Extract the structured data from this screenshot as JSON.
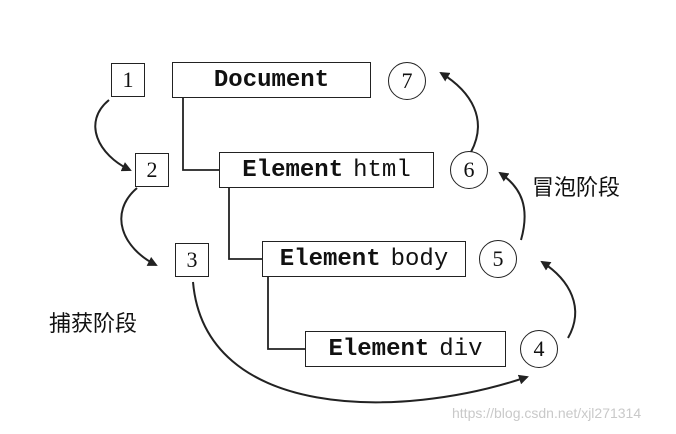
{
  "nodes": {
    "document": {
      "keyword": "Document",
      "tag": ""
    },
    "html": {
      "keyword": "Element",
      "tag": "html"
    },
    "body": {
      "keyword": "Element",
      "tag": "body"
    },
    "div": {
      "keyword": "Element",
      "tag": "div"
    }
  },
  "capture_steps": [
    "1",
    "2",
    "3"
  ],
  "bubble_steps": [
    "4",
    "5",
    "6",
    "7"
  ],
  "labels": {
    "capture_phase": "捕获阶段",
    "bubble_phase": "冒泡阶段"
  },
  "watermark": "https://blog.csdn.net/xjl271314",
  "colors": {
    "stroke": "#222222",
    "watermark": "#c9c9c9"
  }
}
